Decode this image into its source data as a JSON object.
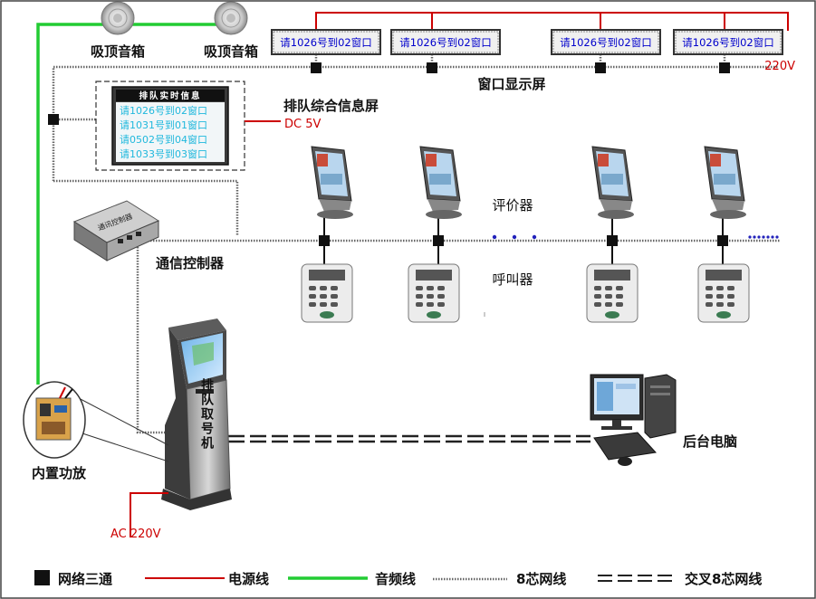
{
  "speakers": {
    "left_label": "吸顶音箱",
    "right_label": "吸顶音箱"
  },
  "window_displays": {
    "texts": [
      "请1026号到02窗口",
      "请1026号到02窗口",
      "请1026号到02窗口",
      "请1026号到02窗口"
    ],
    "label": "窗口显示屏",
    "power": "220V"
  },
  "info_screen": {
    "title": "排队实时信息",
    "lines": [
      "请1026号到02窗口",
      "请1031号到01窗口",
      "请0502号到04窗口",
      "请1033号到03窗口"
    ],
    "label": "排队综合信息屏",
    "power": "DC 5V"
  },
  "controller": {
    "device_text": "通讯控制器",
    "label": "通信控制器"
  },
  "evaluator": {
    "label": "评价器"
  },
  "caller": {
    "label": "呼叫器"
  },
  "kiosk": {
    "text": "排队取号机",
    "power": "AC 220V"
  },
  "amplifier": {
    "label": "内置功放"
  },
  "computer": {
    "label": "后台电脑"
  },
  "legend": {
    "items": [
      {
        "label": "网络三通",
        "kind": "square"
      },
      {
        "label": "电源线",
        "kind": "power"
      },
      {
        "label": "音频线",
        "kind": "audio"
      },
      {
        "label": "8芯网线",
        "kind": "network"
      },
      {
        "label": "交叉8芯网线",
        "kind": "cross"
      }
    ]
  },
  "colors": {
    "power": "#cc0000",
    "audio": "#22cc33",
    "text_blue": "#0000cc",
    "screen_text": "#22ccee"
  }
}
